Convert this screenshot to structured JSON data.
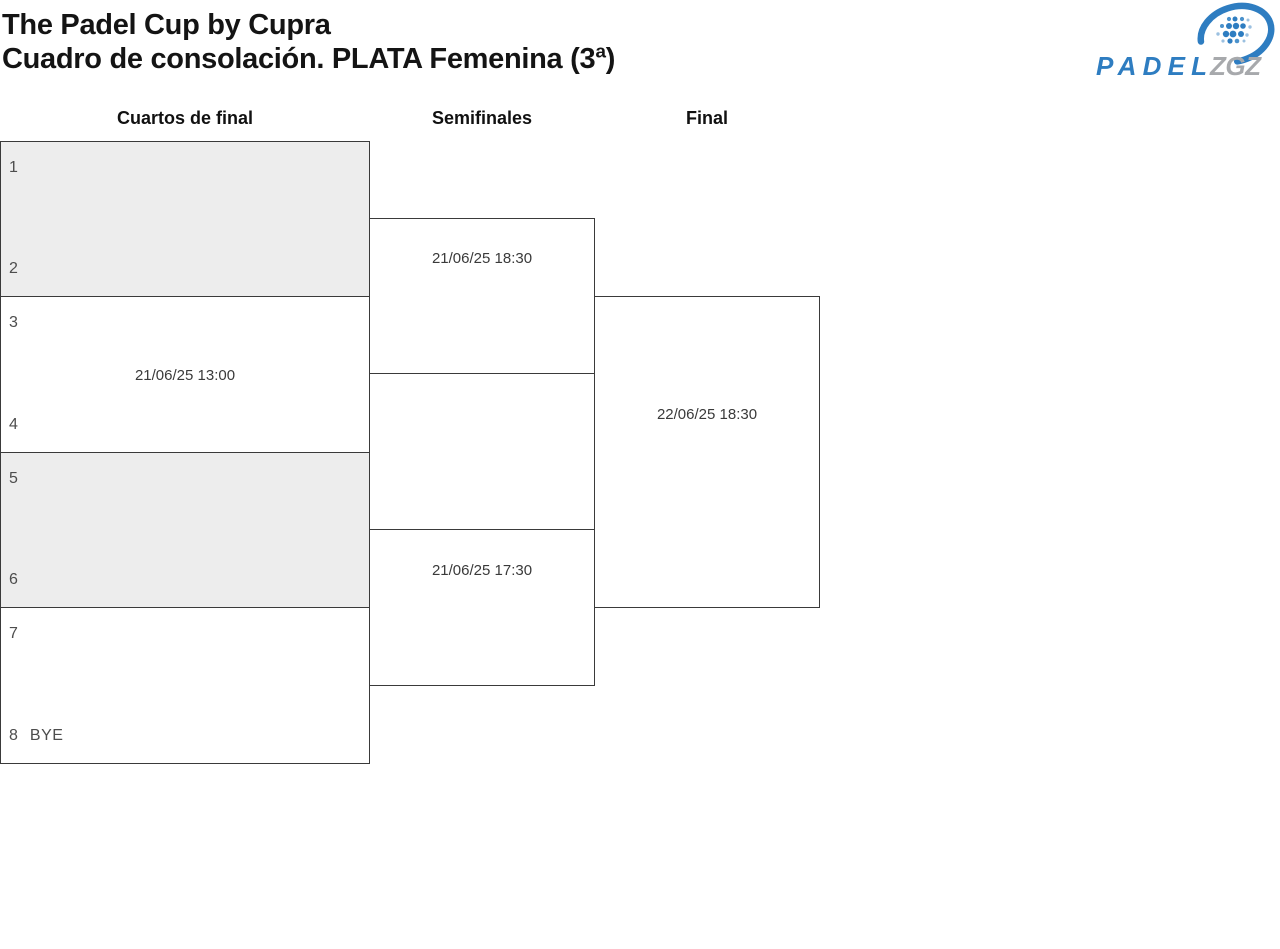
{
  "page": {
    "title_line1": "The Padel Cup by Cupra",
    "title_line2": "Cuadro de consolación. PLATA Femenina (3ª)"
  },
  "logo": {
    "word1": "PADEL",
    "word2": "ZGZ"
  },
  "colors": {
    "logo_blue": "#2e7dc1",
    "logo_gray": "#a7a9ac",
    "box_border": "#3a3a3a",
    "box_fill_shaded": "#ededed",
    "seed_text": "#4d4d4d",
    "time_text": "#3a3a3a"
  },
  "bracket": {
    "round_headers": [
      {
        "label": "Cuartos de final"
      },
      {
        "label": "Semifinales"
      },
      {
        "label": "Final"
      }
    ],
    "quarterfinals": [
      {
        "top_seed": "1",
        "bottom_seed": "2",
        "time": "",
        "shaded": true
      },
      {
        "top_seed": "3",
        "bottom_seed": "4",
        "time": "21/06/25 13:00",
        "shaded": false
      },
      {
        "top_seed": "5",
        "bottom_seed": "6",
        "time": "",
        "shaded": true
      },
      {
        "top_seed": "7",
        "bottom_seed": "8",
        "bottom_note": "BYE",
        "time": "",
        "shaded": false
      }
    ],
    "semifinals": [
      {
        "time": "21/06/25 18:30"
      },
      {
        "time": "21/06/25 17:30"
      }
    ],
    "final": {
      "time": "22/06/25 18:30"
    }
  }
}
